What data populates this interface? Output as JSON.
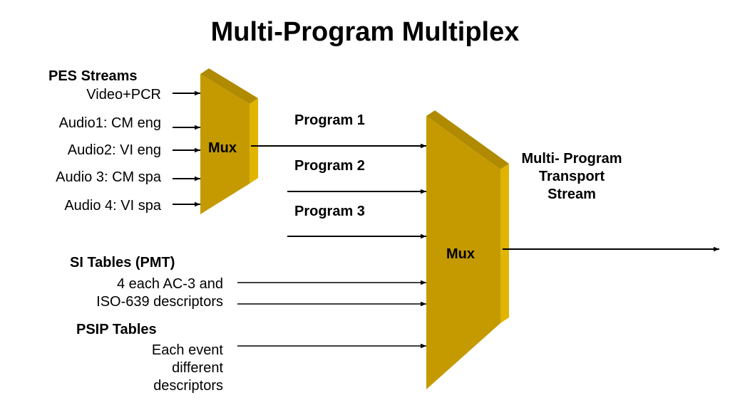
{
  "title": "Multi-Program Multiplex",
  "pes": {
    "header": "PES Streams",
    "streams": [
      "Video+PCR",
      "Audio1: CM eng",
      "Audio2: VI eng",
      "Audio 3: CM spa",
      "Audio 4: VI spa"
    ]
  },
  "mux_small_label": "Mux",
  "programs": [
    "Program 1",
    "Program 2",
    "Program 3"
  ],
  "mux_large_label": "Mux",
  "output": {
    "line1": "Multi- Program",
    "line2": "Transport",
    "line3": "Stream"
  },
  "si": {
    "header": "SI Tables (PMT)",
    "line1": "4 each AC-3 and",
    "line2": "ISO-639 descriptors"
  },
  "psip": {
    "header": "PSIP Tables",
    "line1": "Each event",
    "line2": "different",
    "line3": "descriptors"
  },
  "colors": {
    "mux_face": "#c49a00",
    "mux_top": "#b08a00",
    "mux_side": "#e0b400",
    "arrow": "#000000"
  }
}
